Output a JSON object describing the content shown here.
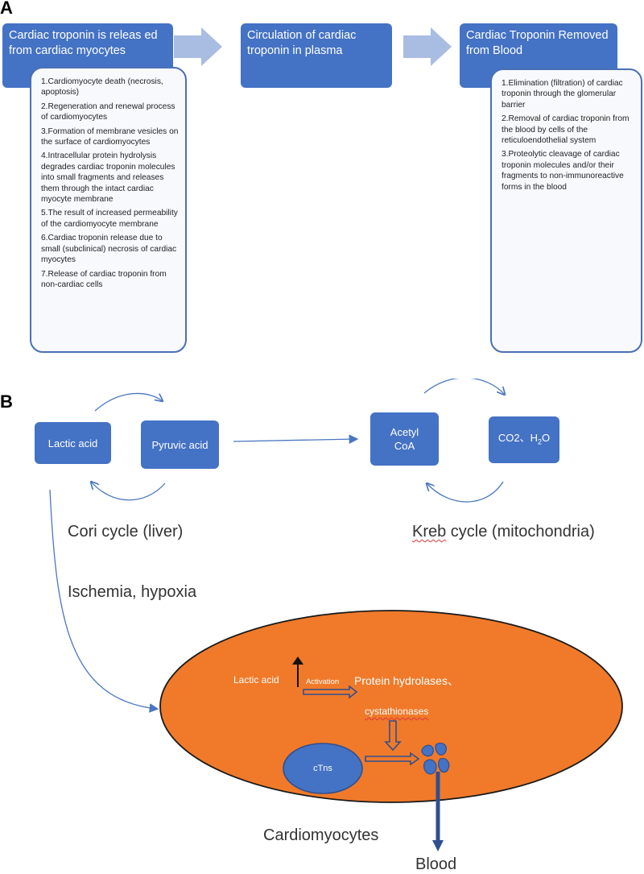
{
  "panel_a": {
    "label": "A",
    "step1": {
      "title": "Cardiac troponin is releas ed from cardiac myocytes",
      "items": [
        "1.Cardiomyocyte death (necrosis, apoptosis)",
        "2.Regeneration and renewal process of cardiomyocytes",
        "3.Formation of membrane vesicles on the surface of cardiomyocytes",
        "4.Intracellular protein hydrolysis degrades cardiac troponin molecules into small fragments and releases them through the intact cardiac myocyte membrane",
        "5.The result of increased permeability of the cardiomyocyte membrane",
        "6.Cardiac troponin release due to small (subclinical) necrosis of cardiac myocytes",
        "7.Release of cardiac troponin from non-cardiac cells"
      ]
    },
    "step2": {
      "title": "Circulation of cardiac troponin in plasma"
    },
    "step3": {
      "title": "Cardiac Troponin Removed from Blood",
      "items": [
        "1.Elimination (filtration) of cardiac troponin through the glomerular barrier",
        "2.Removal of cardiac troponin from the blood by cells of the reticuloendothelial system",
        "3.Proteolytic cleavage of cardiac troponin molecules and/or their fragments to non-immunoreactive forms in the blood"
      ]
    }
  },
  "panel_b": {
    "label": "B",
    "lactic_acid": "Lactic acid",
    "pyruvic_acid": "Pyruvic acid",
    "acetyl_coa": "Acetyl CoA",
    "co2_h2o_prefix": "CO2、H",
    "co2_h2o_sub": "2",
    "co2_h2o_suffix": "O",
    "cori_cycle": "Cori cycle (liver)",
    "kreb_word": "Kreb",
    "kreb_rest": " cycle (mitochondria)",
    "ischemia": "Ischemia, hypoxia",
    "cell": {
      "lactic_acid": "Lactic acid",
      "activation": "Activation",
      "protein_hydrolases": "Protein hydrolases、",
      "cystathionases": "cystathionases",
      "ctns": "cTns"
    },
    "cardiomyocytes": "Cardiomyocytes",
    "blood": "Blood",
    "colors": {
      "box_blue": "#4472c4",
      "cell_orange": "#f07a2a",
      "arrow_blue": "#4a76c0"
    }
  }
}
